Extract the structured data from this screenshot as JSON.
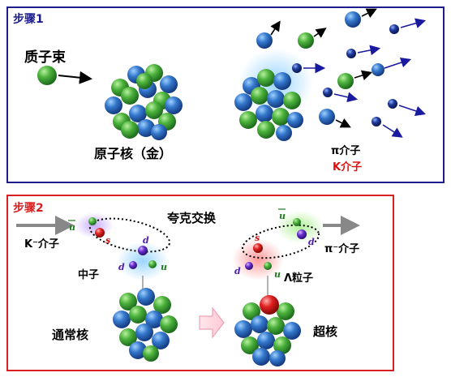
{
  "step1": {
    "title": "步骤1",
    "proton_beam": "质子束",
    "nucleus": "原子核（金）",
    "pion": "π介子",
    "kaon": "K介子"
  },
  "step2": {
    "title": "步骤2",
    "quark_exchange": "夸克交换",
    "kaon_minus": "K⁻介子",
    "neutron": "中子",
    "ordinary_nucleus": "通常核",
    "pion_minus": "π⁻介子",
    "lambda": "Λ粒子",
    "hypernucleus": "超核",
    "quarks": {
      "u": "u",
      "s": "s",
      "d": "d"
    }
  },
  "colors": {
    "step1_border": "#1c1c8c",
    "step2_border": "#d92020",
    "proton": "#3aa63a",
    "neutron": "#2f6fc8",
    "kaon_label": "#e01010",
    "arrow_blue": "#1a1aa0"
  }
}
